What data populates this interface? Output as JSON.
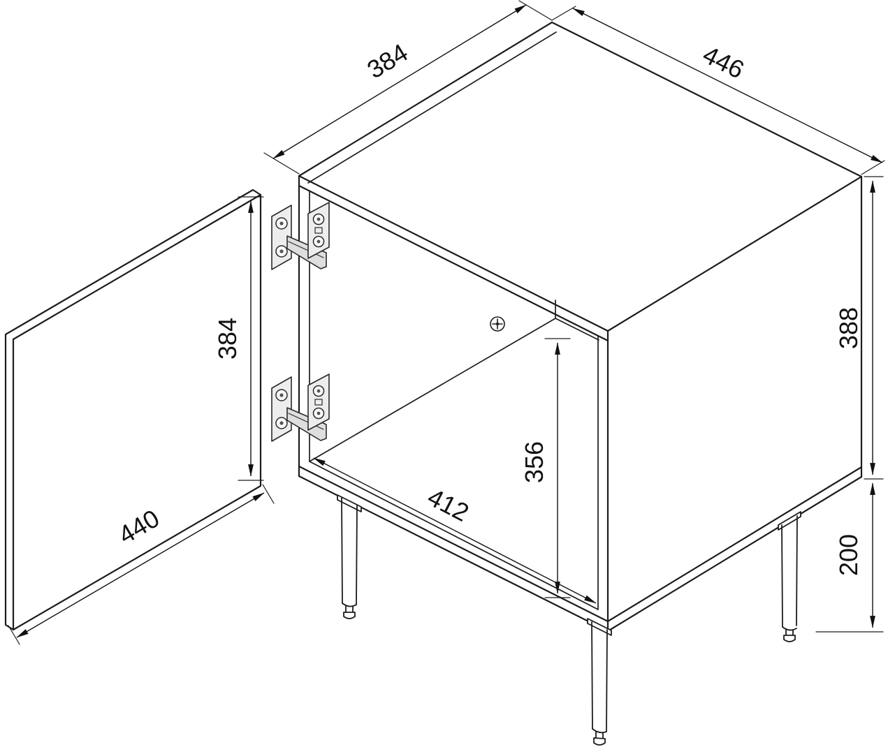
{
  "colors": {
    "background": "#ffffff",
    "line": "#1c1c1c",
    "dimension_text": "#111111",
    "hinge_fill": "#ededed"
  },
  "dimensions": {
    "top_depth": "384",
    "top_width": "446",
    "cabinet_height": "388",
    "leg_height": "200",
    "door_height": "384",
    "door_width": "440",
    "interior_width": "412",
    "interior_height": "356"
  }
}
